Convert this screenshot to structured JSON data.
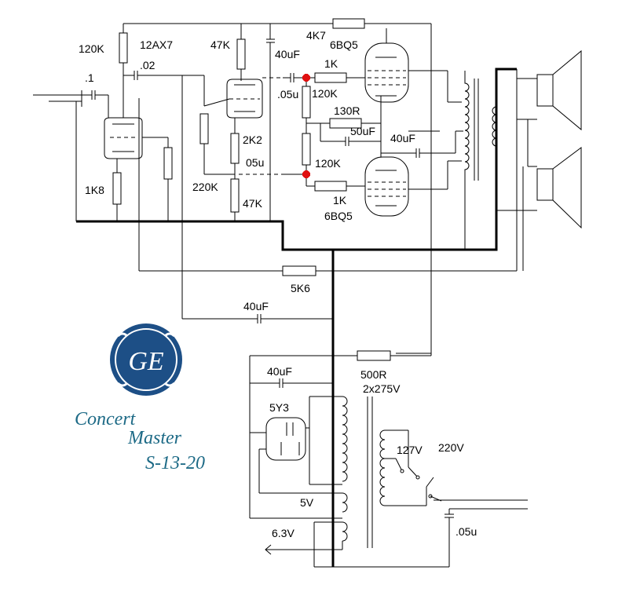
{
  "labels": {
    "r_120k_top": "120K",
    "tube_12ax7": "12AX7",
    "c_02": ".02",
    "c_1": ".1",
    "r_1k8": "1K8",
    "r_47k_top": "47K",
    "c_40uf_top": "40uF",
    "r_4k7": "4K7",
    "tube_6bq5_top": "6BQ5",
    "r_1k_top": "1K",
    "c_05u_a": ".05u",
    "r_120k_mid": "120K",
    "r_130r": "130R",
    "c_50uf": "50uF",
    "c_40uf_mid": "40uF",
    "r_2k2": "2K2",
    "c_05u_b": "05u",
    "r_220k": "220K",
    "r_47k_bottom": "47K",
    "r_120k_low": "120K",
    "r_1k_bottom": "1K",
    "tube_6bq5_bottom": "6BQ5",
    "r_5k6": "5K6",
    "c_40uf_filter": "40uF",
    "r_500r": "500R",
    "c_40uf_psu": "40uF",
    "hv_winding": "2x275V",
    "rect_5y3": "5Y3",
    "mains_127": "127V",
    "mains_220": "220V",
    "fil_5v": "5V",
    "heater_63v": "6.3V",
    "c_05u_mains": ".05u"
  },
  "logo": {
    "text": "GE",
    "color": "#1d4f86"
  },
  "title": {
    "line1": "Concert",
    "line2": "Master",
    "line3": "S-13-20",
    "color": "#1d6a86"
  },
  "colors": {
    "ink": "#000000",
    "marker": "#e01010"
  }
}
